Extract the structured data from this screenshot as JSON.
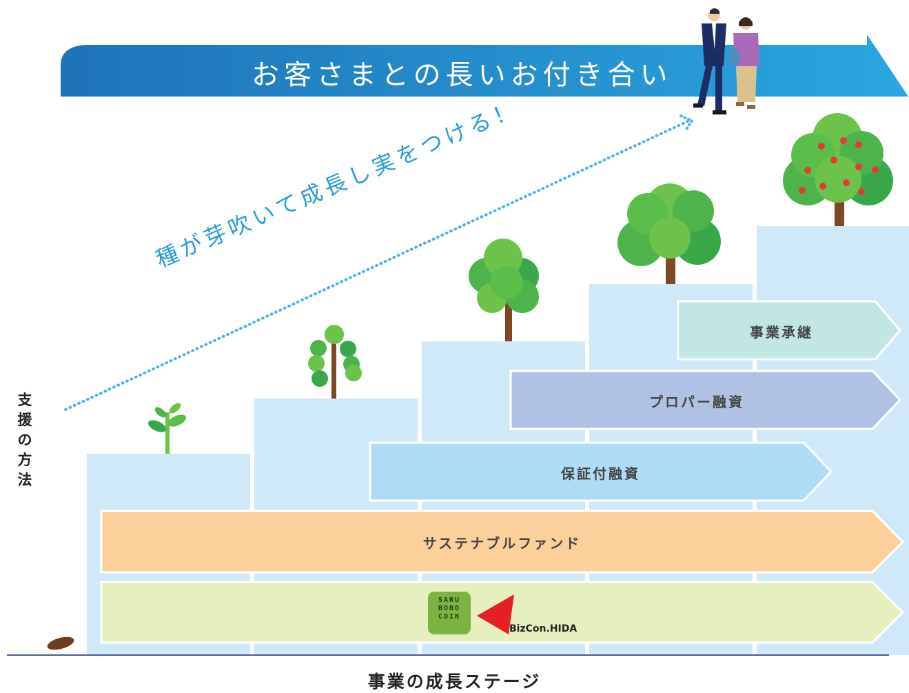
{
  "banner": {
    "title": "お客さまとの長いお付き合い",
    "color": "#2a8fd0"
  },
  "slogan": "種が芽吹いて成長し実をつける！",
  "axis": {
    "vertical_label": "支援の方法",
    "horizontal_label": "事業の成長ステージ"
  },
  "arrows": [
    {
      "label": "事業承継",
      "color": "#c2e6e3"
    },
    {
      "label": "プロパー融資",
      "color": "#b0c2e4"
    },
    {
      "label": "保証付融資",
      "color": "#aedcf6"
    },
    {
      "label": "サステナブルファンド",
      "color": "#fbd09b"
    }
  ],
  "bottom_arrow": {
    "color": "#e6efbe",
    "logos": [
      {
        "name": "saru-bobo-coin-logo",
        "text": "SARU\nBOBO\nCOIN"
      },
      {
        "name": "bizcon-hida-logo",
        "text": "BizCon.HIDA"
      }
    ]
  },
  "stage_color": "#cfe9f8"
}
